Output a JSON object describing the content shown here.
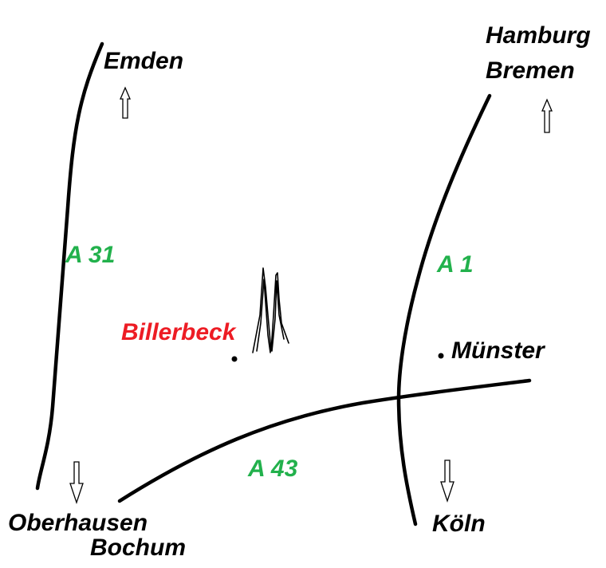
{
  "colors": {
    "road_label": "#22b14c",
    "town_label": "#ed1c24",
    "text": "#000000",
    "line": "#000000"
  },
  "roads": {
    "a31": "A 31",
    "a1": "A 1",
    "a43": "A 43"
  },
  "destinations": {
    "emden": "Emden",
    "hamburg": "Hamburg",
    "bremen": "Bremen",
    "oberhausen": "Oberhausen",
    "bochum": "Bochum",
    "koeln": "Köln"
  },
  "places": {
    "muenster": "Münster",
    "billerbeck": "Billerbeck"
  },
  "icons": {
    "arrows": [
      "arrow-up-icon",
      "arrow-up-icon",
      "arrow-down-icon",
      "arrow-down-icon"
    ],
    "landmark": "cathedral-spires-icon",
    "points": [
      "town-dot-icon",
      "city-dot-icon"
    ]
  }
}
